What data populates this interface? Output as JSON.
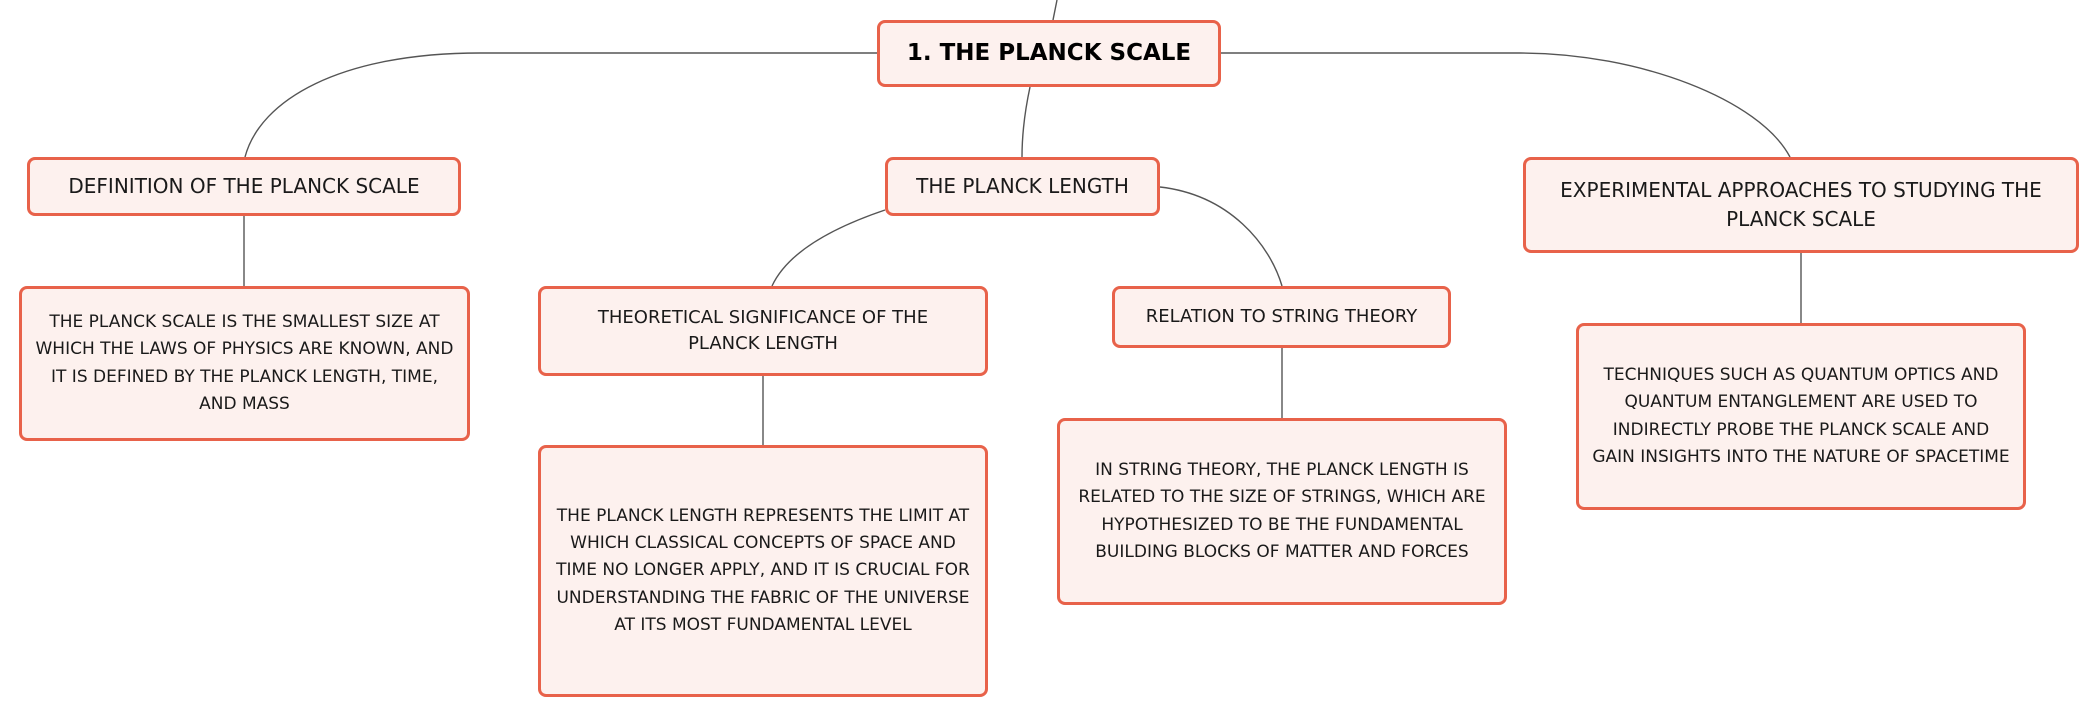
{
  "root": {
    "label": "1. THE PLANCK SCALE"
  },
  "topics": {
    "definition": {
      "label": "DEFINITION OF THE PLANCK SCALE",
      "detail": "THE PLANCK SCALE IS THE SMALLEST SIZE AT WHICH THE LAWS OF PHYSICS ARE KNOWN, AND IT IS DEFINED BY THE PLANCK LENGTH, TIME, AND MASS"
    },
    "length": {
      "label": "THE PLANCK LENGTH",
      "subtopics": {
        "theory": {
          "label": "THEORETICAL SIGNIFICANCE OF THE PLANCK LENGTH",
          "detail": "THE PLANCK LENGTH REPRESENTS THE LIMIT AT WHICH CLASSICAL CONCEPTS OF SPACE AND TIME NO LONGER APPLY, AND IT IS CRUCIAL FOR UNDERSTANDING THE FABRIC OF THE UNIVERSE AT ITS MOST FUNDAMENTAL LEVEL"
        },
        "strings": {
          "label": "RELATION TO STRING THEORY",
          "detail": "IN STRING THEORY, THE PLANCK LENGTH IS RELATED TO THE SIZE OF STRINGS, WHICH ARE HYPOTHESIZED TO BE THE FUNDAMENTAL BUILDING BLOCKS OF MATTER AND FORCES"
        }
      }
    },
    "experimental": {
      "label": "EXPERIMENTAL APPROACHES TO STUDYING THE PLANCK SCALE",
      "detail": "TECHNIQUES SUCH AS QUANTUM OPTICS AND QUANTUM ENTANGLEMENT ARE USED TO INDIRECTLY PROBE THE PLANCK SCALE AND GAIN INSIGHTS INTO THE NATURE OF SPACETIME"
    }
  },
  "colors": {
    "node_border": "#e8624a",
    "node_fill": "#fdf1ee",
    "connector": "#555555"
  }
}
